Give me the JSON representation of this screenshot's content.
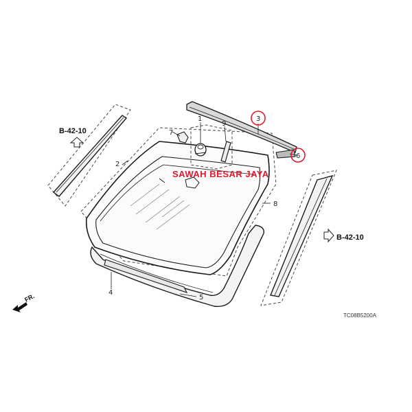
{
  "diagram": {
    "callouts": {
      "part_1": "1",
      "part_2": "2",
      "part_3": "3",
      "part_4": "4",
      "part_5": "5",
      "part_6": "6",
      "part_7": "7",
      "part_8": "8",
      "part_9": "9"
    },
    "refs": {
      "left": "B-42-10",
      "right": "B-42-10"
    },
    "watermark": "SAWAH BESAR JAYA",
    "direction": "FR.",
    "drawing_code": "TC08B5200A",
    "colors": {
      "highlight": "#e0182b",
      "line": "#1a1a1a"
    }
  }
}
